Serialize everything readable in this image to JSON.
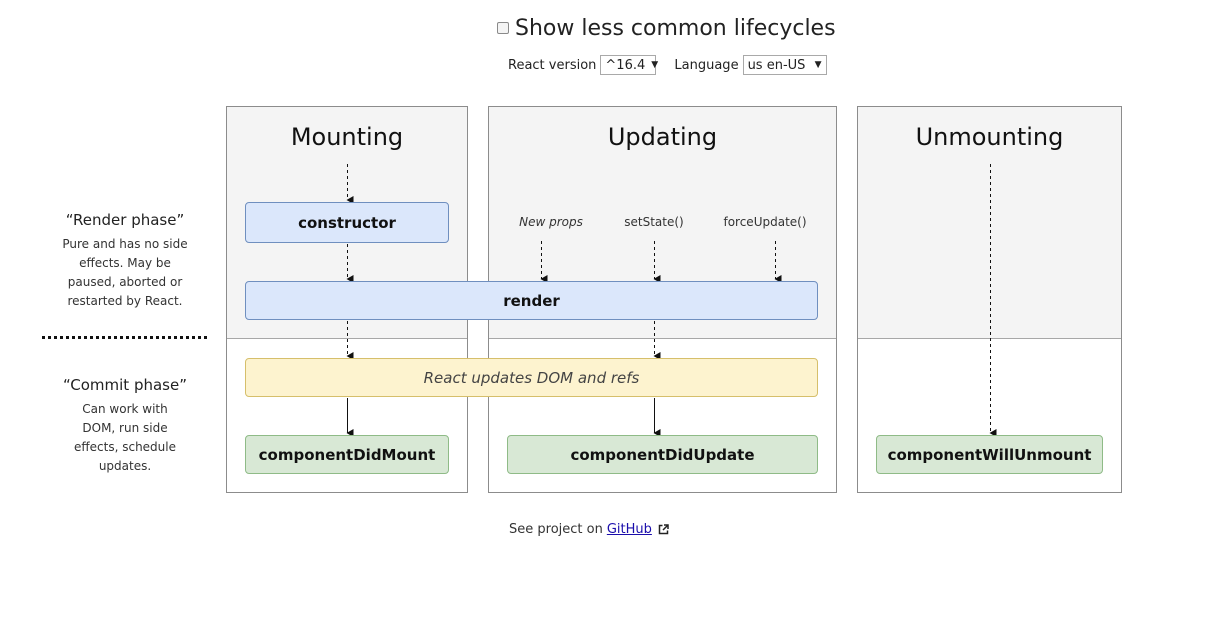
{
  "header": {
    "show_less_common_label": "Show less common lifecycles",
    "show_less_common_checked": false,
    "react_version_label": "React version",
    "react_version_value": "^16.4",
    "language_label": "Language",
    "language_value": "us en-US"
  },
  "phases": {
    "render": {
      "title": "“Render phase”",
      "description": "Pure and has no side effects. May be paused, aborted or restarted by React."
    },
    "commit": {
      "title": "“Commit phase”",
      "description": "Can work with DOM, run side effects, schedule updates."
    }
  },
  "columns": {
    "mounting": {
      "title": "Mounting"
    },
    "updating": {
      "title": "Updating"
    },
    "unmounting": {
      "title": "Unmounting"
    }
  },
  "triggers": {
    "new_props": "New props",
    "set_state": "setState()",
    "force_update": "forceUpdate()"
  },
  "methods": {
    "constructor": "constructor",
    "render": "render",
    "react_updates": "React updates DOM and refs",
    "component_did_mount": "componentDidMount",
    "component_did_update": "componentDidUpdate",
    "component_will_unmount": "componentWillUnmount"
  },
  "footer": {
    "prefix": "See project on",
    "link_text": "GitHub",
    "icon": "external-link-icon"
  }
}
